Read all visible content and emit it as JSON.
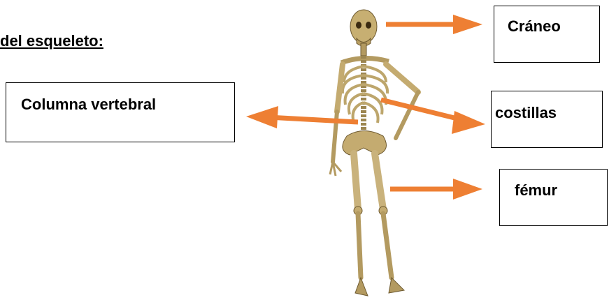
{
  "title": "del esqueleto:",
  "labels": {
    "skull": "Cráneo",
    "spine": "Columna vertebral",
    "ribs": "costillas",
    "femur": "fémur"
  },
  "colors": {
    "arrow": "#ee7f33",
    "bone": "#c9b27c",
    "bone_shadow": "#8a7444"
  }
}
